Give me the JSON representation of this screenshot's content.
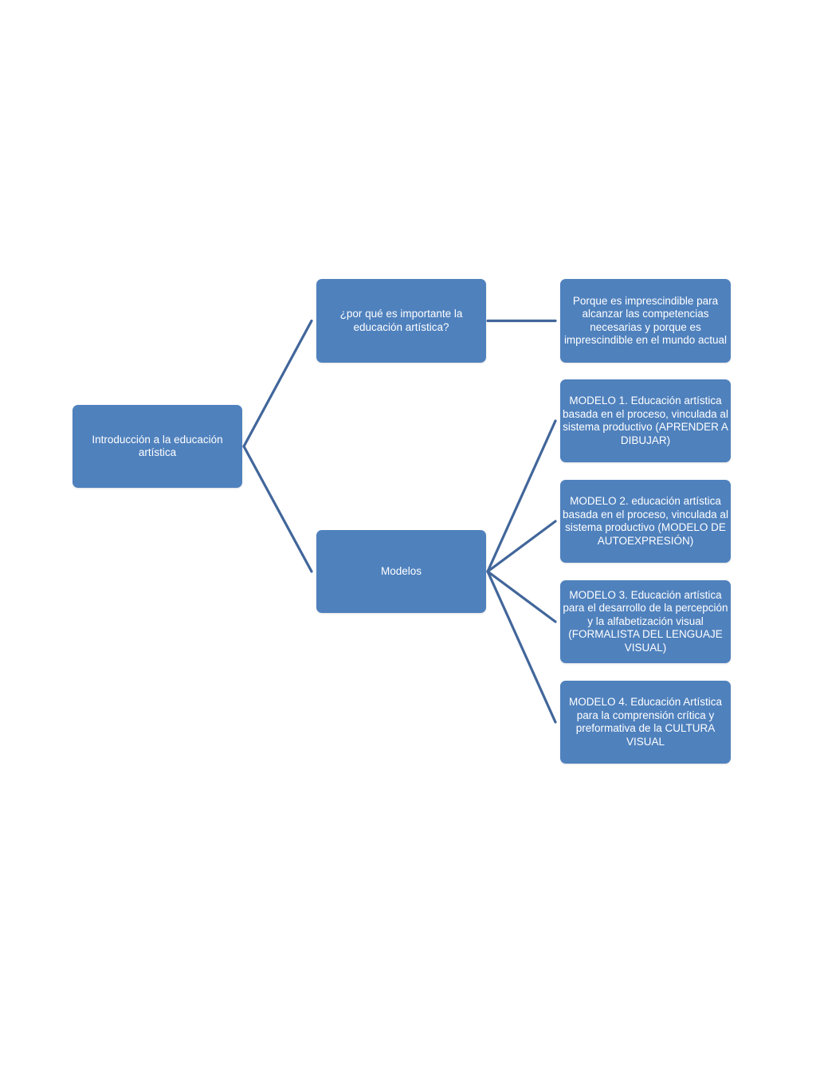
{
  "colors": {
    "node_fill": "#4f81bd",
    "connector": "#41669a",
    "background": "#ffffff"
  },
  "nodes": {
    "root": "Introducción a la educación artística",
    "question": "¿por qué es importante la educación artística?",
    "models": "Modelos",
    "answer": "Porque es imprescindible para alcanzar las competencias necesarias y porque es imprescindible en el mundo actual",
    "model1": "MODELO 1.  Educación artística basada en el proceso, vinculada al sistema productivo  (APRENDER A DIBUJAR)",
    "model2": "MODELO 2. educación artística basada en el proceso, vinculada al sistema productivo (MODELO DE AUTOEXPRESIÓN)",
    "model3": "MODELO 3. Educación artística para el desarrollo de la percepción y la alfabetización visual (FORMALISTA DEL LENGUAJE VISUAL)",
    "model4": "MODELO 4. Educación Artística para la comprensión crítica y preformativa de la CULTURA VISUAL"
  },
  "edges": [
    [
      "root",
      "question"
    ],
    [
      "root",
      "models"
    ],
    [
      "question",
      "answer"
    ],
    [
      "models",
      "model1"
    ],
    [
      "models",
      "model2"
    ],
    [
      "models",
      "model3"
    ],
    [
      "models",
      "model4"
    ]
  ]
}
